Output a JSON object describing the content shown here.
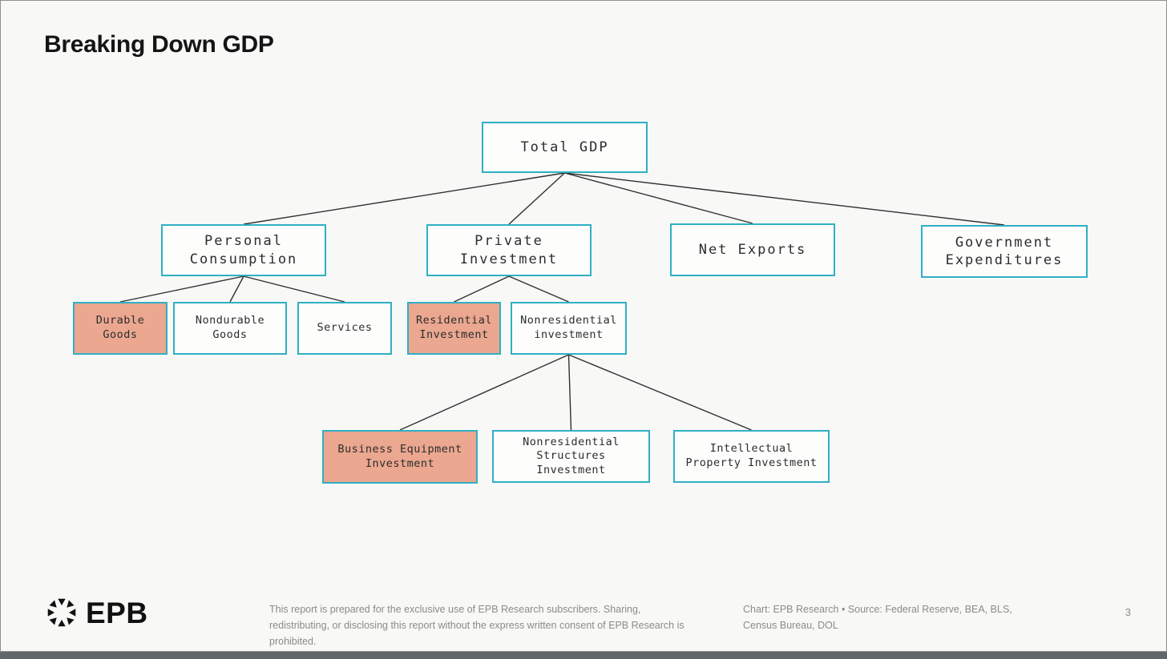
{
  "page": {
    "title": "Breaking Down GDP",
    "page_number": "3"
  },
  "colors": {
    "box_border": "#2fb0c4",
    "highlight_fill": "#eba78f",
    "box_fill": "#fdfdfc",
    "connector": "#2f3133",
    "page_background": "#f8f8f6"
  },
  "diagram": {
    "nodes": [
      {
        "id": "total-gdp",
        "label": "Total GDP",
        "highlighted": false
      },
      {
        "id": "personal-consumption",
        "label": "Personal Consumption",
        "highlighted": false
      },
      {
        "id": "private-investment",
        "label": "Private Investment",
        "highlighted": false
      },
      {
        "id": "net-exports",
        "label": "Net Exports",
        "highlighted": false
      },
      {
        "id": "government-expenditures",
        "label": "Government Expenditures",
        "highlighted": false
      },
      {
        "id": "durable-goods",
        "label": "Durable Goods",
        "highlighted": true
      },
      {
        "id": "nondurable-goods",
        "label": "Nondurable Goods",
        "highlighted": false
      },
      {
        "id": "services",
        "label": "Services",
        "highlighted": false
      },
      {
        "id": "residential-investment",
        "label": "Residential Investment",
        "highlighted": true
      },
      {
        "id": "nonresidential-investment",
        "label": "Nonresidential investment",
        "highlighted": false
      },
      {
        "id": "business-equipment-investment",
        "label": "Business Equipment Investment",
        "highlighted": true
      },
      {
        "id": "nonresidential-structures-investment",
        "label": "Nonresidential Structures Investment",
        "highlighted": false
      },
      {
        "id": "intellectual-property-investment",
        "label": "Intellectual Property Investment",
        "highlighted": false
      }
    ],
    "edges": [
      {
        "from": "total-gdp",
        "to": "personal-consumption"
      },
      {
        "from": "total-gdp",
        "to": "private-investment"
      },
      {
        "from": "total-gdp",
        "to": "net-exports"
      },
      {
        "from": "total-gdp",
        "to": "government-expenditures"
      },
      {
        "from": "personal-consumption",
        "to": "durable-goods"
      },
      {
        "from": "personal-consumption",
        "to": "nondurable-goods"
      },
      {
        "from": "personal-consumption",
        "to": "services"
      },
      {
        "from": "private-investment",
        "to": "residential-investment"
      },
      {
        "from": "private-investment",
        "to": "nonresidential-investment"
      },
      {
        "from": "nonresidential-investment",
        "to": "business-equipment-investment"
      },
      {
        "from": "nonresidential-investment",
        "to": "nonresidential-structures-investment"
      },
      {
        "from": "nonresidential-investment",
        "to": "intellectual-property-investment"
      }
    ]
  },
  "footer": {
    "logo_text": "EPB",
    "logo_icon": "aperture-star-icon",
    "disclaimer": "This report is prepared for the exclusive use of EPB Research subscribers. Sharing, redistributing, or disclosing this report without the express written consent of EPB Research is prohibited.",
    "credit": "Chart: EPB Research  •  Source: Federal Reserve, BEA, BLS, Census Bureau, DOL"
  }
}
